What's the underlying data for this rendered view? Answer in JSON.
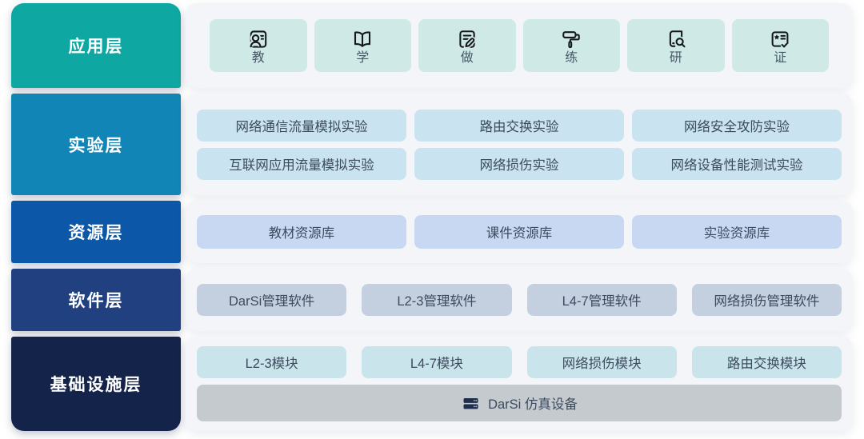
{
  "diagram": {
    "panel_bg": "#F3F5F8",
    "text_color": "#3C4B5E",
    "layers": [
      {
        "label": "应用层",
        "color": "#0FA7A2",
        "item_bg": "#CFE9E6",
        "items": [
          {
            "icon": "teacher-card-icon",
            "label": "教"
          },
          {
            "icon": "open-book-icon",
            "label": "学"
          },
          {
            "icon": "document-edit-icon",
            "label": "做"
          },
          {
            "icon": "paint-roller-icon",
            "label": "练"
          },
          {
            "icon": "book-search-icon",
            "label": "研"
          },
          {
            "icon": "certificate-check-icon",
            "label": "证"
          }
        ]
      },
      {
        "label": "实验层",
        "color": "#1185B5",
        "item_bg": "#C9E3F0",
        "rows": [
          [
            "网络通信流量模拟实验",
            "路由交换实验",
            "网络安全攻防实验"
          ],
          [
            "互联网应用流量模拟实验",
            "网络损伤实验",
            "网络设备性能测试实验"
          ]
        ]
      },
      {
        "label": "资源层",
        "color": "#0C57A7",
        "item_bg": "#C9D8F2",
        "items": [
          "教材资源库",
          "课件资源库",
          "实验资源库"
        ]
      },
      {
        "label": "软件层",
        "color": "#21407F",
        "item_bg": "#C4CFDF",
        "items": [
          "DarSi管理软件",
          "L2-3管理软件",
          "L4-7管理软件",
          "网络损伤管理软件"
        ]
      },
      {
        "label": "基础设施层",
        "color": "#142349",
        "item_bg": "#CAE4EB",
        "items": [
          "L2-3模块",
          "L4-7模块",
          "网络损伤模块",
          "路由交换模块"
        ],
        "base_device": {
          "icon": "server-stack-icon",
          "label": "DarSi 仿真设备",
          "bg": "#C5CACF"
        }
      }
    ]
  }
}
